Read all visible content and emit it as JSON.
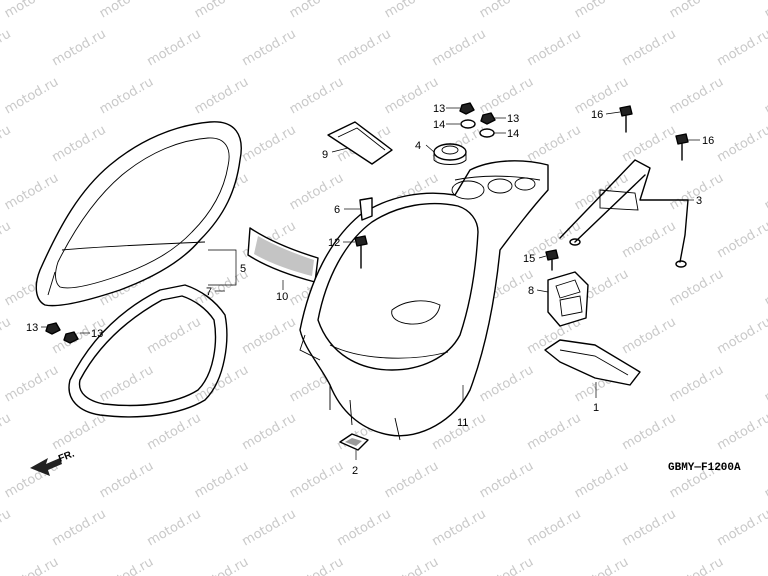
{
  "diagram_code": "GBMY—F1200A",
  "front_marker": "FR.",
  "watermark": "motod.ru",
  "callouts": {
    "p1": "1",
    "p2": "2",
    "p3": "3",
    "p4": "4",
    "p5": "5",
    "p6": "6",
    "p7": "7",
    "p8": "8",
    "p9": "9",
    "p10": "10",
    "p11": "11",
    "p12": "12",
    "p13a": "13",
    "p13b": "13",
    "p13c": "13",
    "p13d": "13",
    "p14a": "14",
    "p14b": "14",
    "p15": "15",
    "p16a": "16",
    "p16b": "16"
  }
}
